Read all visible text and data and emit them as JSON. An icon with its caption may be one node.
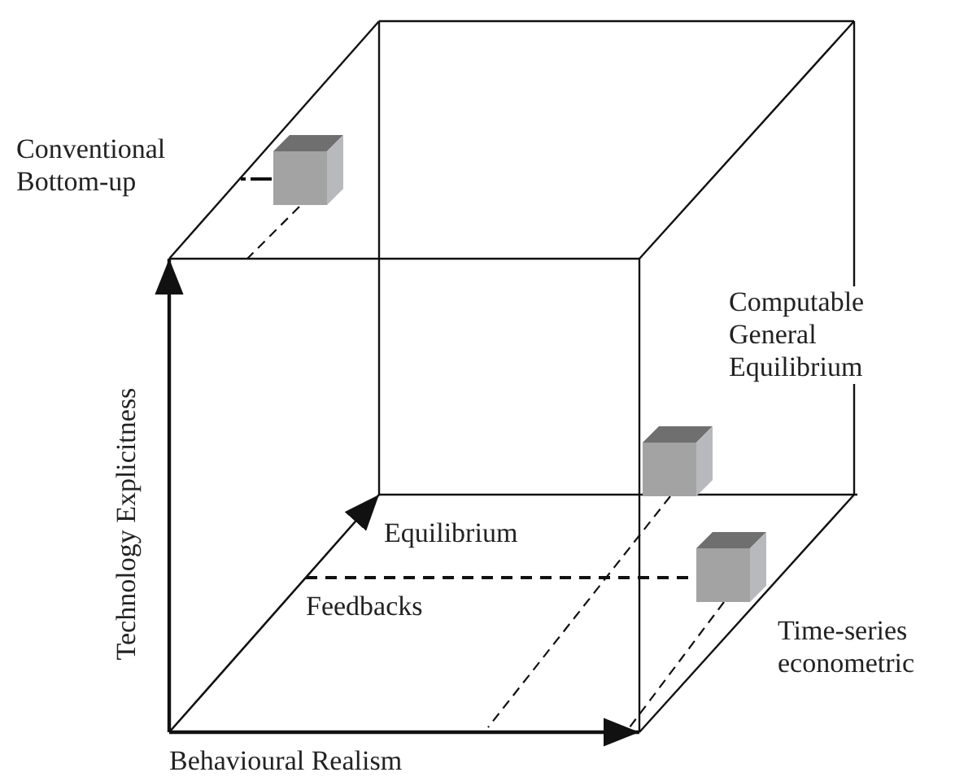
{
  "diagram": {
    "labels": [
      "Conventional Bottom-up",
      "Technology Explicitness",
      "Computable General Equilibrium",
      "Equilibrium",
      "Feedbacks",
      "Time-series econometric",
      "Behavioural Realism"
    ]
  }
}
